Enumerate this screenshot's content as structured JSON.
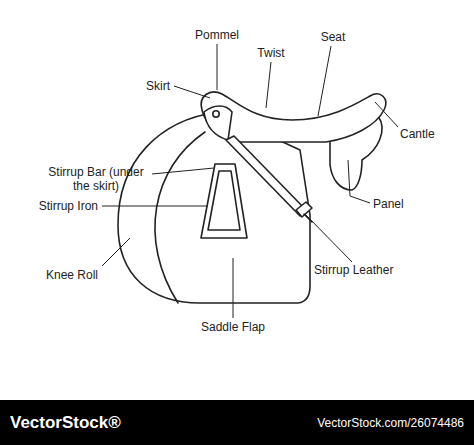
{
  "diagram": {
    "labels": [
      "Pommel",
      "Twist",
      "Seat",
      "Skirt",
      "Cantle",
      "Stirrup Bar (under the skirt)",
      "Panel",
      "Stirrup Iron",
      "Knee Roll",
      "Stirrup Leather",
      "Saddle Flap",
      "VectorStock®",
      "VectorStock.com/26074486"
    ]
  }
}
